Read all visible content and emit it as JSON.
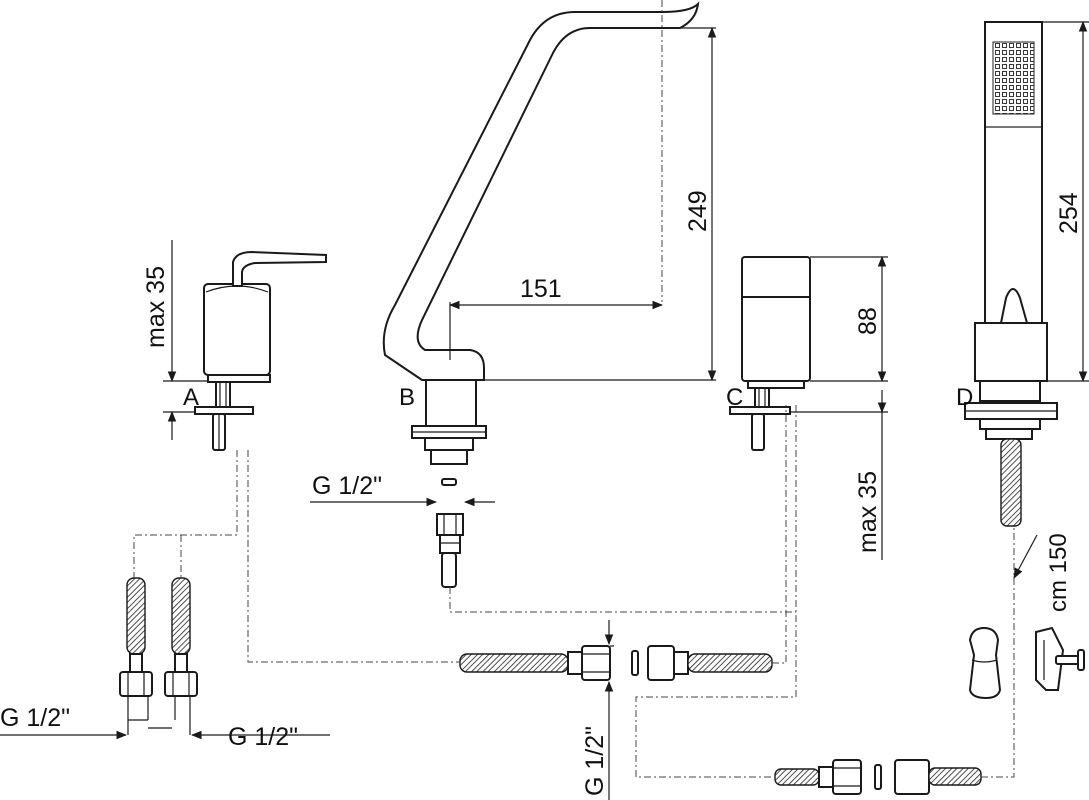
{
  "labels": {
    "a": "A",
    "b": "B",
    "c": "C",
    "d": "D"
  },
  "dimensions": {
    "spout_height": "249",
    "spout_reach": "151",
    "handshower_height": "254",
    "valve_height": "88",
    "max_deck_a": "max 35",
    "max_deck_c": "max 35",
    "hose_length": "cm 150"
  },
  "threads": {
    "spout_connection": "G 1/2\"",
    "left_inlet": "G 1/2\"",
    "right_inlet": "G 1/2\"",
    "diverter_connection": "G 1/2\""
  }
}
